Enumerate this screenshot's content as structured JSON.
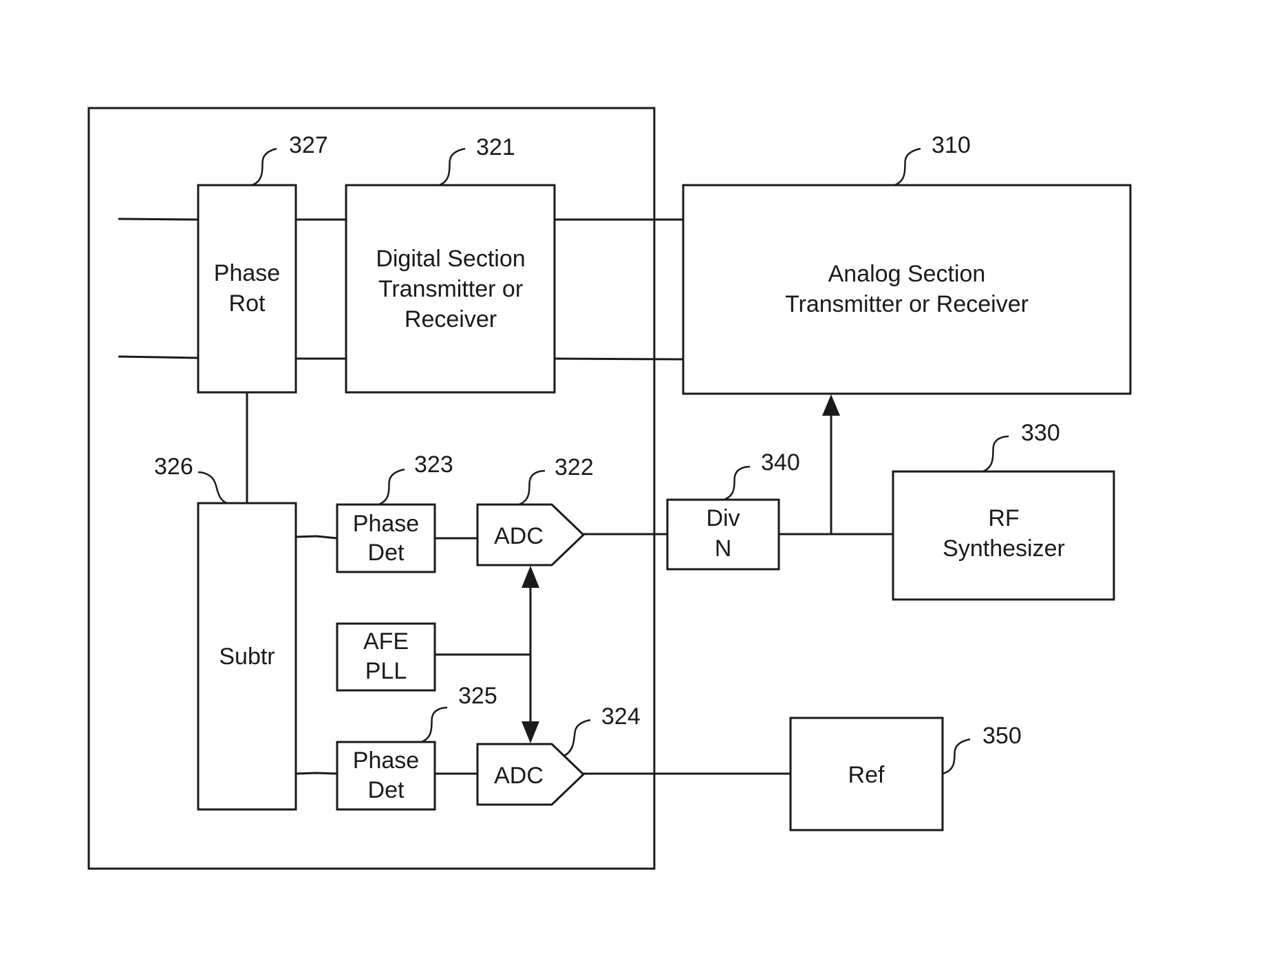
{
  "blocks": {
    "phase_rot": {
      "lines": [
        "Phase",
        "Rot"
      ],
      "ref": "327"
    },
    "digital_section": {
      "lines": [
        "Digital Section",
        "Transmitter or",
        "Receiver"
      ],
      "ref": "321"
    },
    "analog_section": {
      "lines": [
        "Analog Section",
        "Transmitter or Receiver"
      ],
      "ref": "310"
    },
    "subtr": {
      "lines": [
        "Subtr"
      ],
      "ref": "326"
    },
    "phase_det_upper": {
      "lines": [
        "Phase",
        "Det"
      ],
      "ref": "323"
    },
    "adc_upper": {
      "lines": [
        "ADC"
      ],
      "ref": "322"
    },
    "afe_pll": {
      "lines": [
        "AFE",
        "PLL"
      ]
    },
    "phase_det_lower": {
      "lines": [
        "Phase",
        "Det"
      ],
      "ref": "325"
    },
    "adc_lower": {
      "lines": [
        "ADC"
      ],
      "ref": "324"
    },
    "div_n": {
      "lines": [
        "Div",
        "N"
      ],
      "ref": "340"
    },
    "rf_synth": {
      "lines": [
        "RF",
        "Synthesizer"
      ],
      "ref": "330"
    },
    "ref_block": {
      "lines": [
        "Ref"
      ],
      "ref": "350"
    }
  }
}
